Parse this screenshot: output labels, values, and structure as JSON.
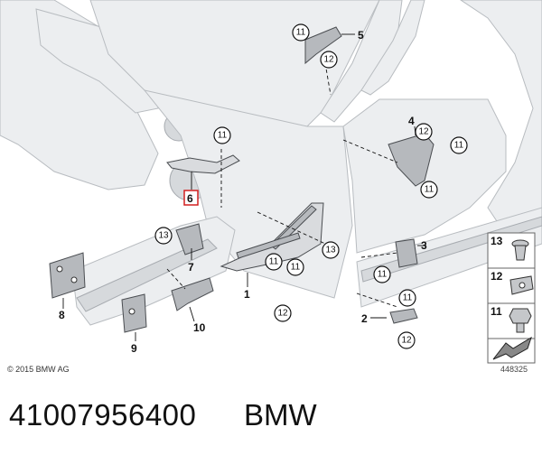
{
  "title_code": "41007956400",
  "brand": "BMW",
  "copyright": "© 2015 BMW AG",
  "catalog_number": "448325",
  "part_labels": [
    "1",
    "2",
    "3",
    "4",
    "5",
    "6",
    "7",
    "8",
    "9",
    "10"
  ],
  "callouts": [
    "11",
    "12",
    "13"
  ],
  "legend": [
    "13",
    "12",
    "11"
  ],
  "highlight_color": "#d22020"
}
